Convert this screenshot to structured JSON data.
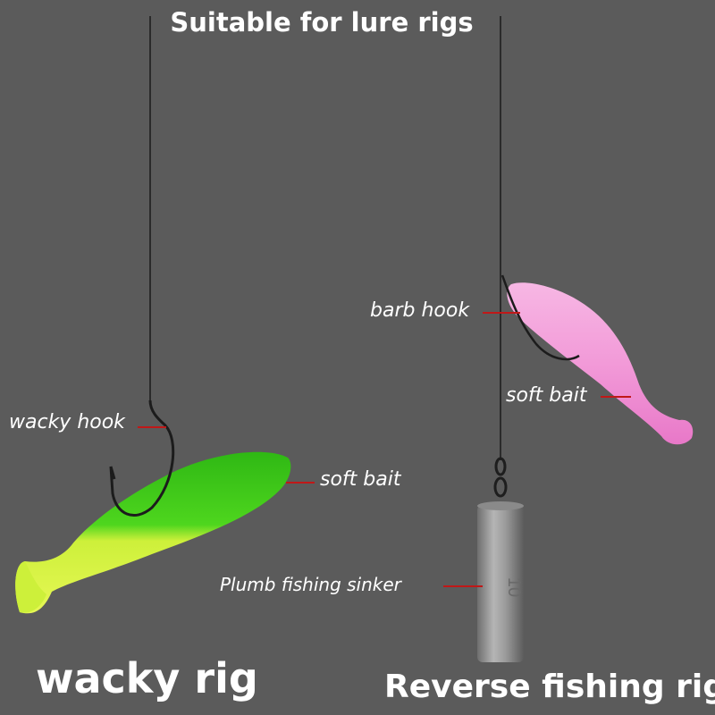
{
  "title": "Suitable for lure rigs",
  "labels": {
    "wacky_hook": "wacky hook",
    "soft_bait_left": "soft bait",
    "barb_hook": "barb hook",
    "soft_bait_right": "soft bait",
    "sinker": "Plumb fishing sinker",
    "sinker_number": "10"
  },
  "rigs": {
    "left": "wacky rig",
    "right": "Reverse fishing rig"
  },
  "colors": {
    "background": "#5b5b5b",
    "text": "#ffffff",
    "leader_line": "#c01818",
    "green_bait": "#39d01a",
    "yellow_bait": "#d9f23a",
    "pink_bait": "#f29ad8",
    "sinker": "#9a9a9a"
  }
}
